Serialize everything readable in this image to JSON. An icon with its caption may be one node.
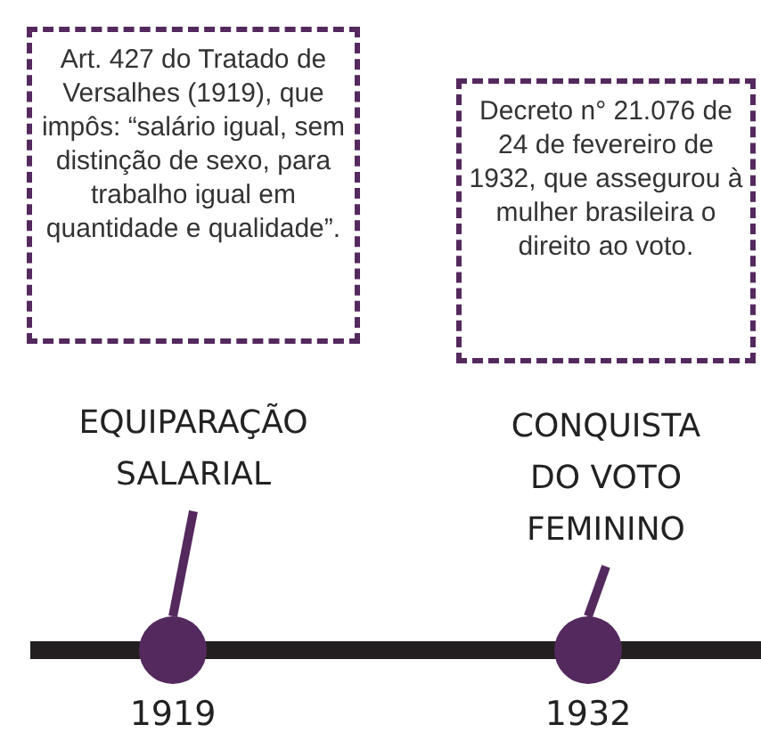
{
  "diagram": {
    "nodes": [
      {
        "text": [
          "Art. 427 do Tratado de Versalhes (1919), que impôs: “salário igual, sem distinção de sexo, para trabalho igual em quantidade e qualidade”.",
          "EQUIPARAÇÃO SALARIAL"
        ]
      },
      {
        "text": [
          "Decreto n° 21.076 de 24 de fevereiro de 1932, que assegurou à mulher brasileira o direito ao voto.",
          "CONQUISTA DO VOTO FEMININO"
        ]
      },
      {
        "text": [],
        "shape": "circle",
        "beside": [
          "1919"
        ]
      },
      {
        "text": [],
        "shape": "circle",
        "beside": [
          "1932"
        ]
      }
    ],
    "edges": [
      {
        "from": 0,
        "to": 2,
        "arrow": "none"
      },
      {
        "from": 1,
        "to": 3,
        "arrow": "none"
      }
    ]
  }
}
